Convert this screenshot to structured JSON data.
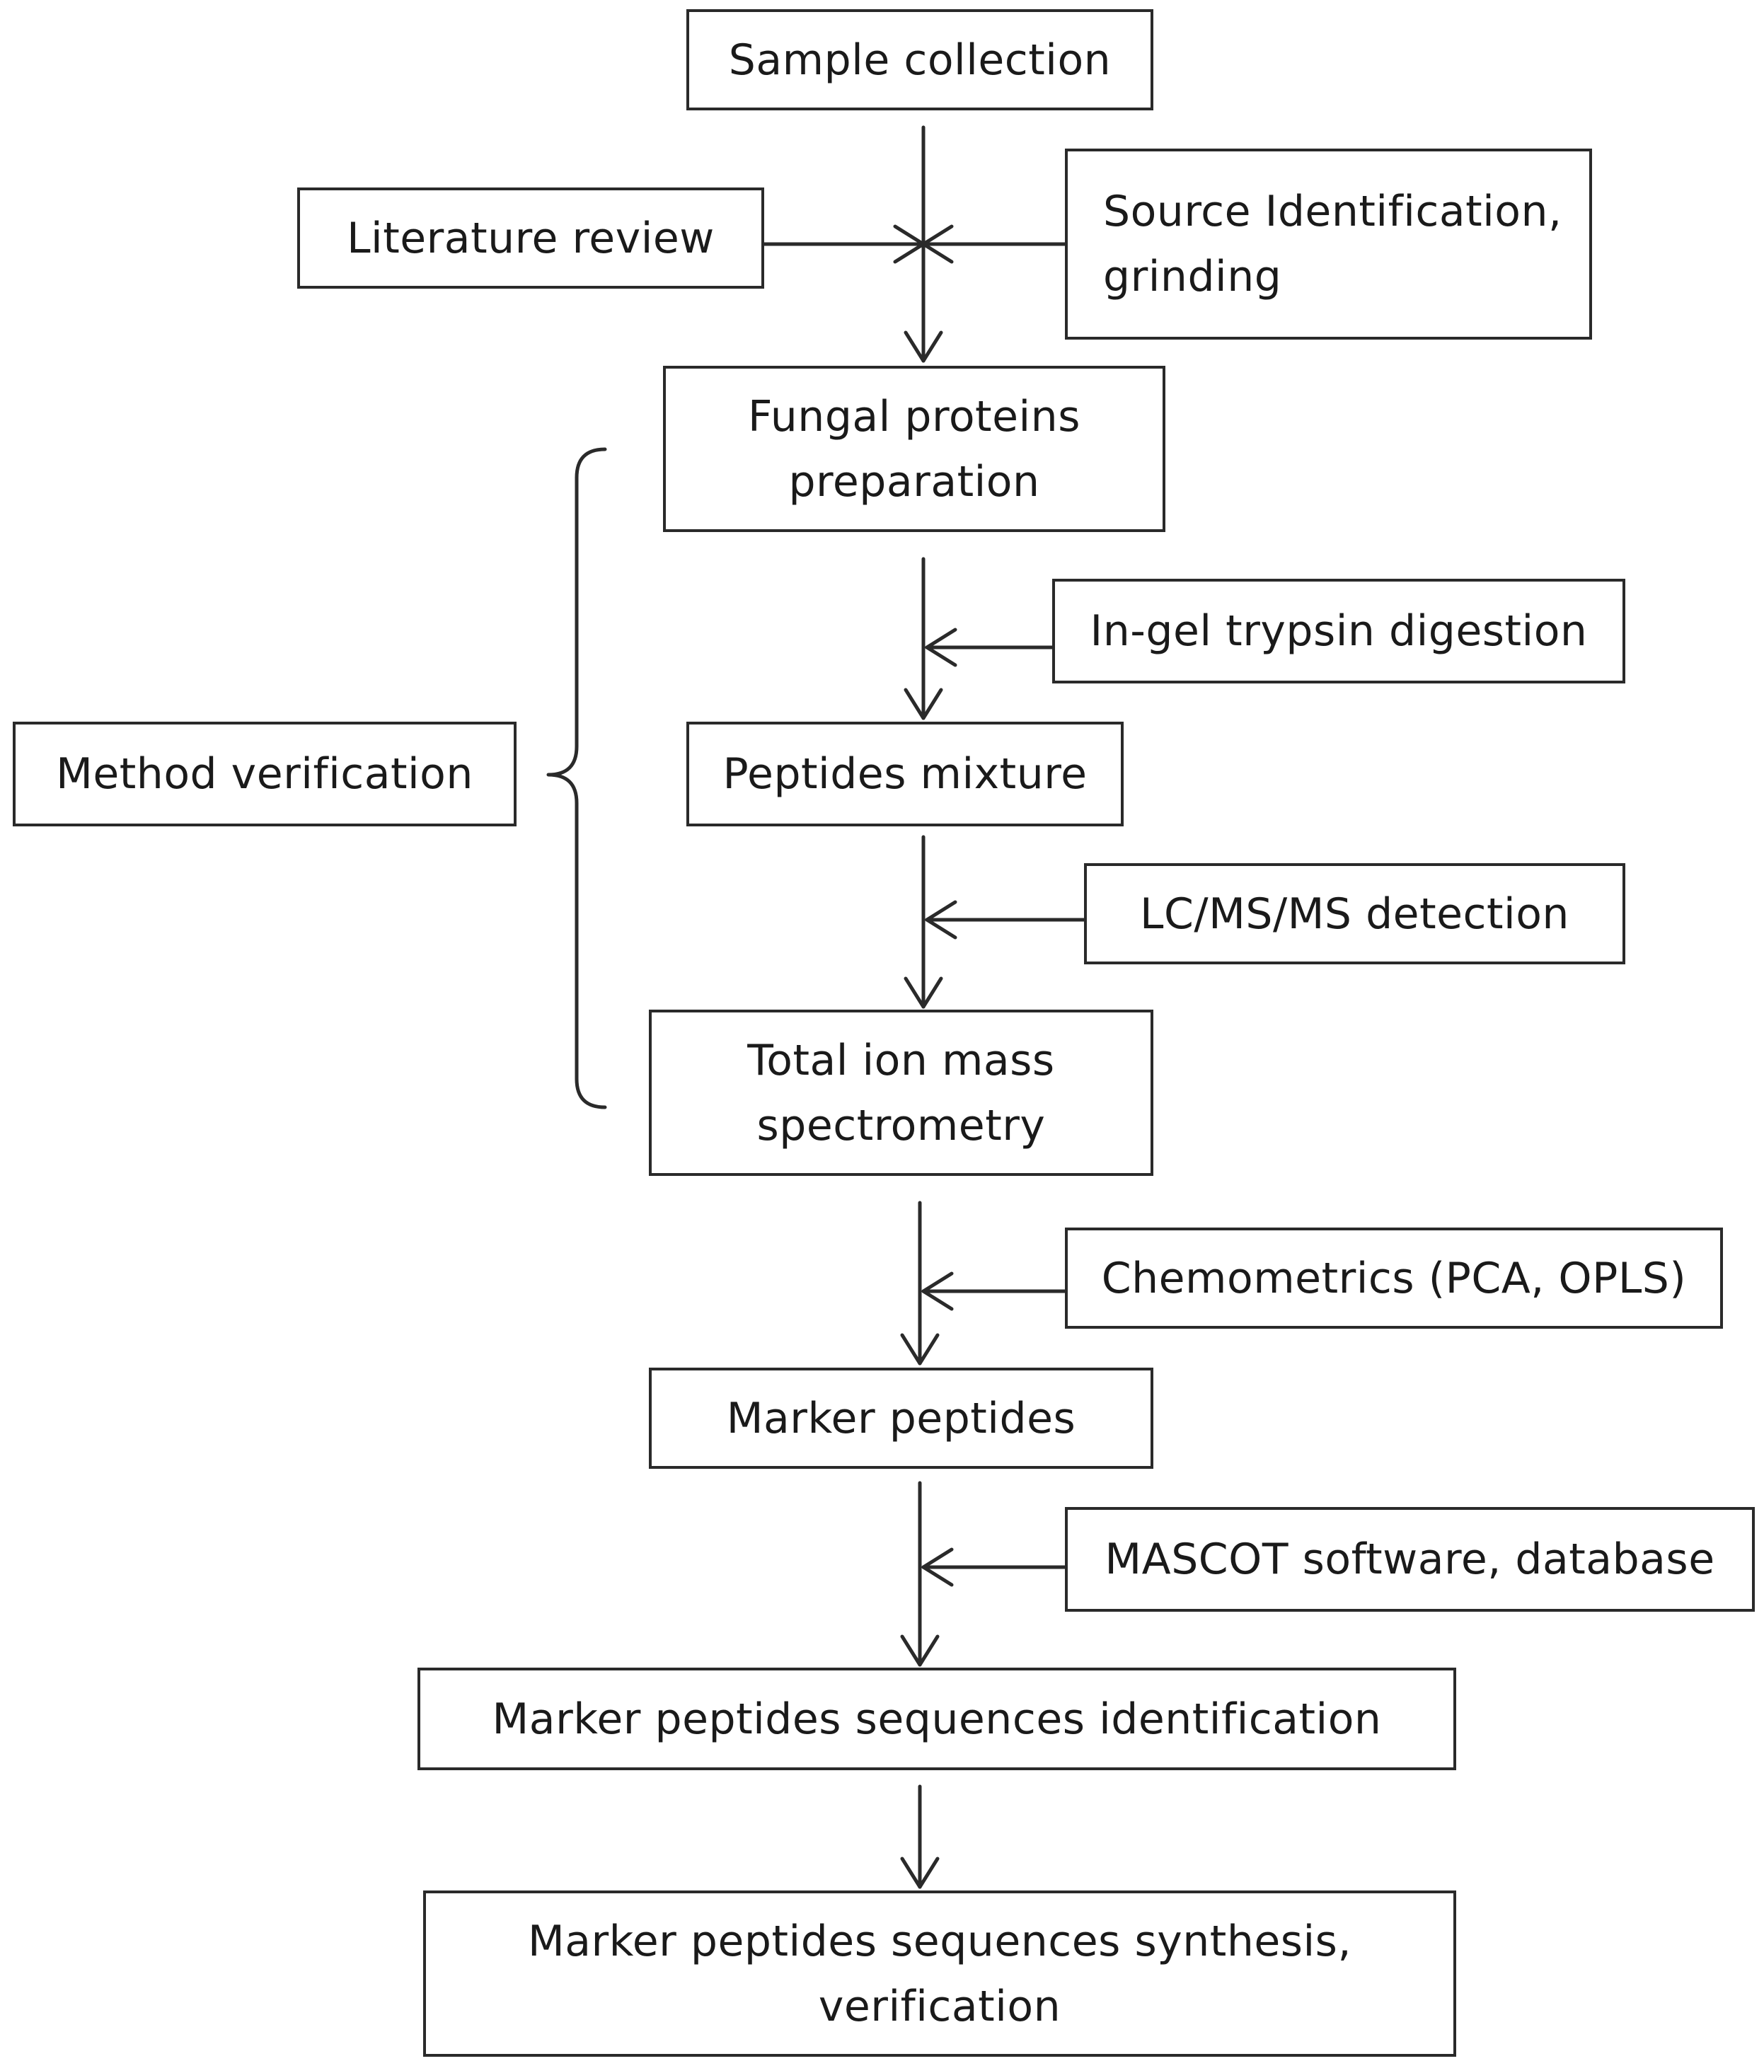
{
  "nodes": {
    "sample_collection": "Sample collection",
    "literature_review": "Literature review",
    "source_identification": "Source Identification,\ngrinding",
    "fungal_proteins": "Fungal proteins\npreparation",
    "in_gel_digestion": "In-gel trypsin digestion",
    "peptides_mixture": "Peptides mixture",
    "method_verification": "Method verification",
    "lcms_detection": "LC/MS/MS detection",
    "total_ion": "Total ion mass\nspectrometry",
    "chemometrics": "Chemometrics (PCA, OPLS)",
    "marker_peptides": "Marker peptides",
    "mascot": "MASCOT software, database",
    "sequences_identification": "Marker peptides sequences identification",
    "sequences_synthesis": "Marker peptides sequences synthesis,\nverification"
  }
}
